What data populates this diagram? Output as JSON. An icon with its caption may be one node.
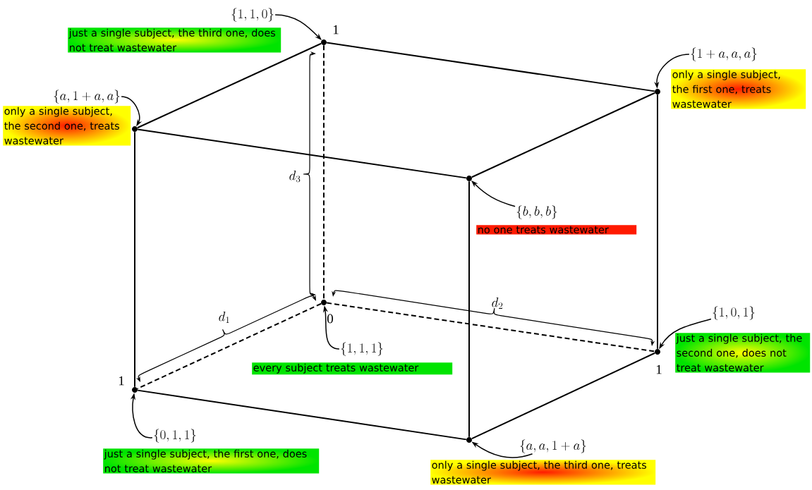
{
  "diagram": {
    "nodes": [
      {
        "text": [],
        "shape": "circle"
      },
      {
        "text": [],
        "shape": "circle"
      },
      {
        "text": [],
        "shape": "circle"
      },
      {
        "text": [],
        "shape": "circle"
      },
      {
        "text": [],
        "shape": "circle"
      },
      {
        "text": [],
        "shape": "circle"
      },
      {
        "text": [],
        "shape": "circle"
      },
      {
        "text": [],
        "shape": "circle"
      },
      {
        "text": [
          "\\{1,1,0\\}",
          "just a single subject, the third one, does not treat wastewater"
        ]
      },
      {
        "text": [
          "\\{1+a,a,a\\}",
          "only a single subject, the first one, treats wastewater"
        ]
      },
      {
        "text": [
          "\\{a,1+a,a\\}",
          "only a single subject, the second one, treats wastewater"
        ]
      },
      {
        "text": [
          "\\{b,b,b\\}",
          "no one treats wastewater"
        ]
      },
      {
        "text": [
          "\\{1,1,1\\}",
          "every subject treats wastewater"
        ]
      },
      {
        "text": [
          "\\{1,0,1\\}",
          "just a single subject, the second one, does not treat wastewater"
        ]
      },
      {
        "text": [
          "\\{0,1,1\\}",
          "just a single subject, the first one, does not treat wastewater"
        ]
      },
      {
        "text": [
          "\\{a,a,1+a\\}",
          "only a single subject, the third one, treats wastewater"
        ]
      }
    ],
    "edges": [
      {
        "from": 0,
        "to": 1,
        "arrow": "none"
      },
      {
        "from": 0,
        "to": 2,
        "arrow": "none"
      },
      {
        "from": 1,
        "to": 3,
        "arrow": "none"
      },
      {
        "from": 2,
        "to": 3,
        "arrow": "none"
      },
      {
        "from": 0,
        "to": 4,
        "arrow": "none",
        "style": "dashed"
      },
      {
        "from": 1,
        "to": 5,
        "arrow": "none"
      },
      {
        "from": 2,
        "to": 6,
        "arrow": "none"
      },
      {
        "from": 3,
        "to": 7,
        "arrow": "none"
      },
      {
        "from": 4,
        "to": 5,
        "arrow": "none",
        "style": "dashed"
      },
      {
        "from": 4,
        "to": 6,
        "arrow": "none",
        "style": "dashed"
      },
      {
        "from": 6,
        "to": 7,
        "arrow": "none"
      },
      {
        "from": 5,
        "to": 7,
        "arrow": "none"
      },
      {
        "from": 8,
        "to": 0,
        "arrow": "to"
      },
      {
        "from": 9,
        "to": 1,
        "arrow": "to"
      },
      {
        "from": 10,
        "to": 2,
        "arrow": "to"
      },
      {
        "from": 11,
        "to": 3,
        "arrow": "to"
      },
      {
        "from": 12,
        "to": 4,
        "arrow": "to"
      },
      {
        "from": 13,
        "to": 5,
        "arrow": "to"
      },
      {
        "from": 14,
        "to": 6,
        "arrow": "to"
      },
      {
        "from": 15,
        "to": 7,
        "arrow": "to"
      }
    ],
    "labels": [
      "1",
      "d_3",
      "d_2",
      "d_1",
      "0",
      "1",
      "1"
    ]
  }
}
